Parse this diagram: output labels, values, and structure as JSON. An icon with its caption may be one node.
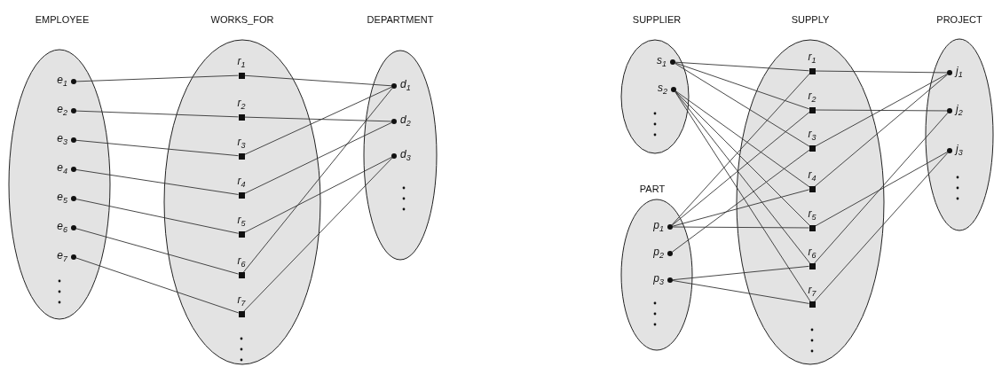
{
  "diagram": {
    "nodes": [
      {
        "text": [
          "EMPLOYEE"
        ]
      },
      {
        "text": [
          "e$_{1}$"
        ],
        "in": 0
      },
      {
        "text": [
          "e$_{2}$"
        ],
        "in": 0
      },
      {
        "text": [
          "e$_{3}$"
        ],
        "in": 0
      },
      {
        "text": [
          "e$_{4}$"
        ],
        "in": 0
      },
      {
        "text": [
          "e$_{5}$"
        ],
        "in": 0
      },
      {
        "text": [
          "e$_{6}$"
        ],
        "in": 0
      },
      {
        "text": [
          "e$_{7}$"
        ],
        "in": 0
      },
      {
        "text": [
          "WORKS_FOR"
        ]
      },
      {
        "text": [
          "r$_{1}$"
        ],
        "in": 8
      },
      {
        "text": [
          "r$_{2}$"
        ],
        "in": 8
      },
      {
        "text": [
          "r$_{3}$"
        ],
        "in": 8
      },
      {
        "text": [
          "r$_{4}$"
        ],
        "in": 8
      },
      {
        "text": [
          "r$_{5}$"
        ],
        "in": 8
      },
      {
        "text": [
          "r$_{6}$"
        ],
        "in": 8
      },
      {
        "text": [
          "r$_{7}$"
        ],
        "in": 8
      },
      {
        "text": [
          "DEPARTMENT"
        ]
      },
      {
        "text": [
          "d$_{1}$"
        ],
        "in": 16
      },
      {
        "text": [
          "d$_{2}$"
        ],
        "in": 16
      },
      {
        "text": [
          "d$_{3}$"
        ],
        "in": 16
      },
      {
        "text": [
          "SUPPLIER"
        ]
      },
      {
        "text": [
          "s$_{1}$"
        ],
        "in": 20
      },
      {
        "text": [
          "s$_{2}$"
        ],
        "in": 20
      },
      {
        "text": [
          "PART"
        ]
      },
      {
        "text": [
          "p$_{1}$"
        ],
        "in": 23
      },
      {
        "text": [
          "p$_{2}$"
        ],
        "in": 23
      },
      {
        "text": [
          "p$_{3}$"
        ],
        "in": 23
      },
      {
        "text": [
          "SUPPLY"
        ]
      },
      {
        "text": [
          "r$_{1}$"
        ],
        "in": 27
      },
      {
        "text": [
          "r$_{2}$"
        ],
        "in": 27
      },
      {
        "text": [
          "r$_{3}$"
        ],
        "in": 27
      },
      {
        "text": [
          "r$_{4}$"
        ],
        "in": 27
      },
      {
        "text": [
          "r$_{5}$"
        ],
        "in": 27
      },
      {
        "text": [
          "r$_{6}$"
        ],
        "in": 27
      },
      {
        "text": [
          "r$_{7}$"
        ],
        "in": 27
      },
      {
        "text": [
          "PROJECT"
        ]
      },
      {
        "text": [
          "j$_{1}$"
        ],
        "in": 35
      },
      {
        "text": [
          "j$_{2}$"
        ],
        "in": 35
      },
      {
        "text": [
          "j$_{3}$"
        ],
        "in": 35
      }
    ],
    "edges": [
      {
        "from": 1,
        "to": 9,
        "arrow": "none"
      },
      {
        "from": 2,
        "to": 10,
        "arrow": "none"
      },
      {
        "from": 3,
        "to": 11,
        "arrow": "none"
      },
      {
        "from": 4,
        "to": 12,
        "arrow": "none"
      },
      {
        "from": 5,
        "to": 13,
        "arrow": "none"
      },
      {
        "from": 6,
        "to": 14,
        "arrow": "none"
      },
      {
        "from": 7,
        "to": 15,
        "arrow": "none"
      },
      {
        "from": 9,
        "to": 17,
        "arrow": "none"
      },
      {
        "from": 10,
        "to": 18,
        "arrow": "none"
      },
      {
        "from": 11,
        "to": 17,
        "arrow": "none"
      },
      {
        "from": 12,
        "to": 18,
        "arrow": "none"
      },
      {
        "from": 13,
        "to": 19,
        "arrow": "none"
      },
      {
        "from": 14,
        "to": 17,
        "arrow": "none"
      },
      {
        "from": 15,
        "to": 19,
        "arrow": "none"
      },
      {
        "from": 21,
        "to": 28,
        "arrow": "none"
      },
      {
        "from": 21,
        "to": 29,
        "arrow": "none"
      },
      {
        "from": 21,
        "to": 30,
        "arrow": "none"
      },
      {
        "from": 22,
        "to": 31,
        "arrow": "none"
      },
      {
        "from": 22,
        "to": 32,
        "arrow": "none"
      },
      {
        "from": 22,
        "to": 33,
        "arrow": "none"
      },
      {
        "from": 22,
        "to": 34,
        "arrow": "none"
      },
      {
        "from": 24,
        "to": 28,
        "arrow": "none"
      },
      {
        "from": 24,
        "to": 29,
        "arrow": "none"
      },
      {
        "from": 24,
        "to": 31,
        "arrow": "none"
      },
      {
        "from": 24,
        "to": 32,
        "arrow": "none"
      },
      {
        "from": 25,
        "to": 30,
        "arrow": "none"
      },
      {
        "from": 26,
        "to": 33,
        "arrow": "none"
      },
      {
        "from": 26,
        "to": 34,
        "arrow": "none"
      },
      {
        "from": 28,
        "to": 36,
        "arrow": "none"
      },
      {
        "from": 29,
        "to": 37,
        "arrow": "none"
      },
      {
        "from": 30,
        "to": 36,
        "arrow": "none"
      },
      {
        "from": 31,
        "to": 36,
        "arrow": "none"
      },
      {
        "from": 32,
        "to": 38,
        "arrow": "none"
      },
      {
        "from": 33,
        "to": 37,
        "arrow": "none"
      },
      {
        "from": 34,
        "to": 38,
        "arrow": "none"
      }
    ]
  }
}
